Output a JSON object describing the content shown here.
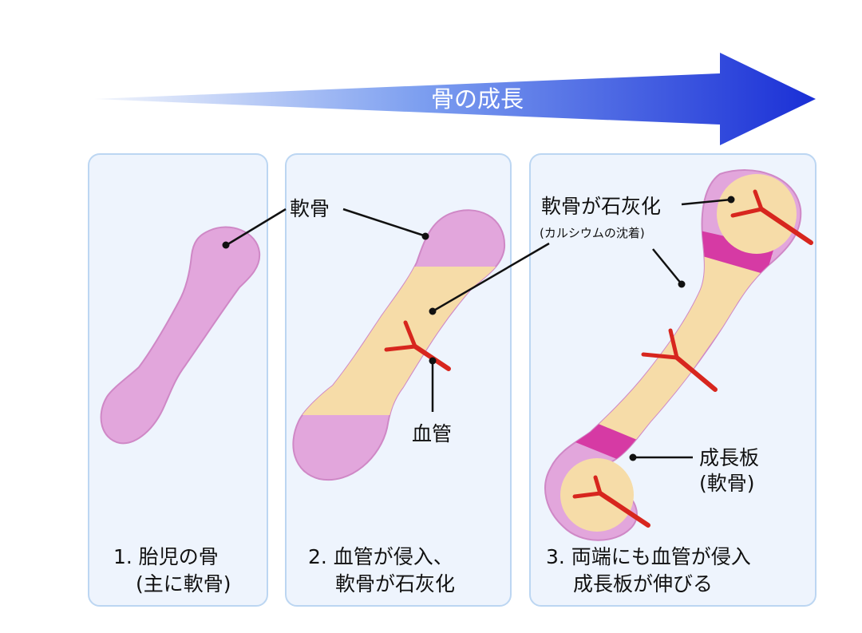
{
  "arrow": {
    "title": "骨の成長"
  },
  "panels": [
    {
      "caption_line1": "1. 胎児の骨",
      "caption_line2": "(主に軟骨)"
    },
    {
      "caption_line1": "2. 血管が侵入、",
      "caption_line2": "軟骨が石灰化"
    },
    {
      "caption_line1": "3. 両端にも血管が侵入",
      "caption_line2": "成長板が伸びる"
    }
  ],
  "labels": {
    "cartilage": "軟骨",
    "blood_vessel": "血管",
    "calcification": "軟骨が石灰化",
    "calcification_note": "(カルシウムの沈着)",
    "growth_plate": "成長板",
    "growth_plate_note": "(軟骨)"
  },
  "colors": {
    "cartilage": "#e2a6dc",
    "cartilage_edge": "#cf88c6",
    "calcified": "#f6dca8",
    "growth_plate": "#d63aa4",
    "vessel": "#d7261e",
    "panel_fill": "#eef4fd",
    "panel_border": "#bcd6f2",
    "arrow_light": "#eef3fb",
    "arrow_dark": "#1d33d8"
  }
}
